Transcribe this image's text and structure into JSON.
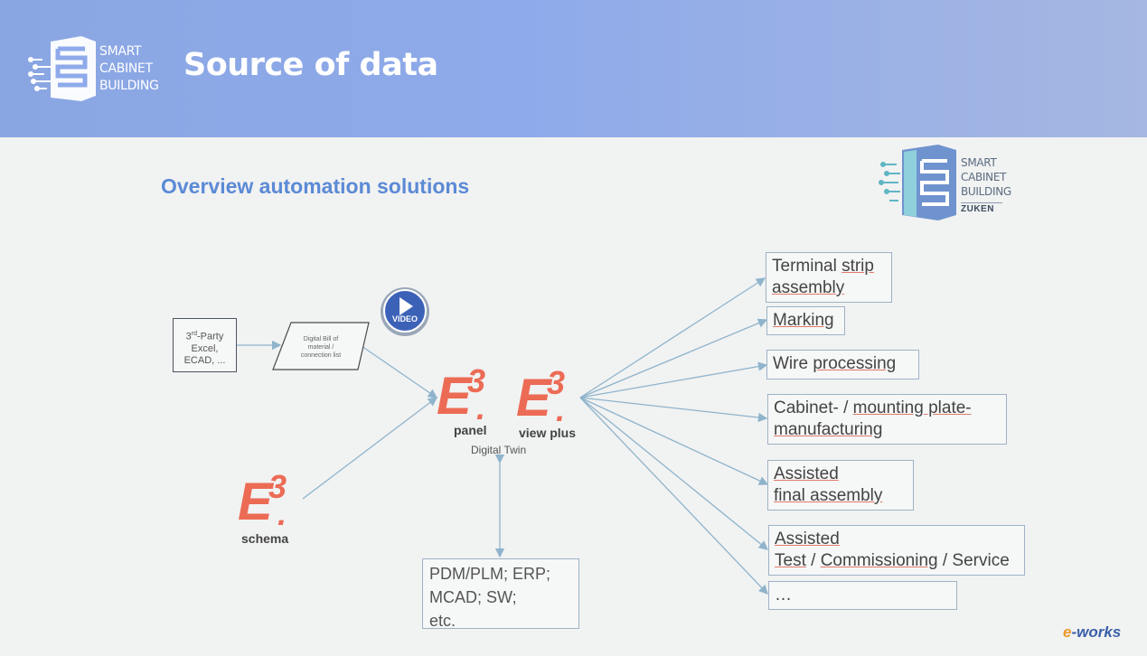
{
  "header": {
    "logo_text": [
      "SMART",
      "CABINET",
      "BUILDING"
    ],
    "title": "Source of data"
  },
  "subtitle": "Overview automation solutions",
  "corner_logo": {
    "text": [
      "SMART",
      "CABINET",
      "BUILDING"
    ],
    "brand": "ZUKEN"
  },
  "sources": {
    "third_party": {
      "line1": "3",
      "sup": "rd",
      "line1_rest": "-Party",
      "line2": "Excel,",
      "line3": "ECAD, ..."
    },
    "digital_bill": [
      "Digital Bill of",
      "material /",
      "connection list"
    ],
    "video_label": "VIDEO"
  },
  "e3": {
    "letter": "E",
    "sup": "3",
    "dot": ".",
    "panel_label": "panel",
    "viewplus_label": "view plus",
    "schema_label": "schema",
    "digital_twin": "Digital Twin"
  },
  "outputs": {
    "terminal": [
      "Terminal ",
      "strip",
      "assembly"
    ],
    "marking": "Marking",
    "wire": [
      "Wire ",
      "processing"
    ],
    "cabinet": [
      "Cabinet- / ",
      "mounting plate-",
      "manufacturing"
    ],
    "assisted_final": [
      "Assisted",
      "final assembly"
    ],
    "assisted_test": [
      "Assisted",
      "Test",
      " / ",
      "Commissioning",
      " / Service"
    ],
    "more": "…"
  },
  "pdm": [
    "PDM/PLM; ERP;",
    "MCAD; SW;",
    "etc."
  ],
  "watermark": {
    "e": "e",
    "rest": "-works"
  },
  "colors": {
    "header": "#8eaaea",
    "subtitle": "#5b8ad6",
    "e3_red": "#ec6b55",
    "line": "#8fb4cc"
  }
}
